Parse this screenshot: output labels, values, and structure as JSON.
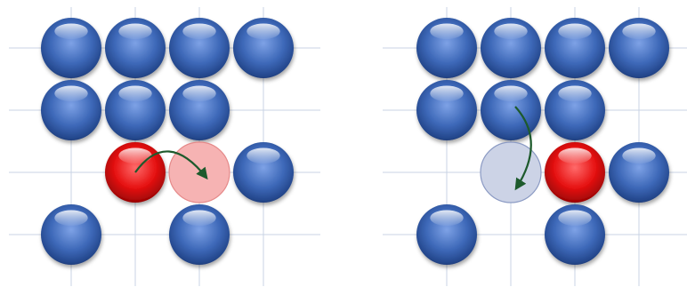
{
  "colors": {
    "grid": "#c9d3e4",
    "blue_ball": "#3d68b8",
    "red_ball": "#e01010",
    "ghost_red": "#f6b3b3",
    "ghost_blue": "#ccd3e6",
    "arrow": "#1d5a2c"
  },
  "panels": [
    {
      "name": "left-panel",
      "balls": [
        {
          "kind": "blue",
          "col": 0,
          "row": 0
        },
        {
          "kind": "blue",
          "col": 1,
          "row": 0
        },
        {
          "kind": "blue",
          "col": 2,
          "row": 0
        },
        {
          "kind": "blue",
          "col": 3,
          "row": 0
        },
        {
          "kind": "blue",
          "col": 0,
          "row": 1
        },
        {
          "kind": "blue",
          "col": 1,
          "row": 1
        },
        {
          "kind": "blue",
          "col": 2,
          "row": 1
        },
        {
          "kind": "red",
          "col": 1,
          "row": 2
        },
        {
          "kind": "ghost-red",
          "col": 2,
          "row": 2
        },
        {
          "kind": "blue",
          "col": 3,
          "row": 2
        },
        {
          "kind": "blue",
          "col": 0,
          "row": 3
        },
        {
          "kind": "blue",
          "col": 2,
          "row": 3
        }
      ],
      "move": {
        "from": [
          1,
          2
        ],
        "to": [
          2,
          2
        ],
        "direction": "right"
      }
    },
    {
      "name": "right-panel",
      "balls": [
        {
          "kind": "blue",
          "col": 0,
          "row": 0
        },
        {
          "kind": "blue",
          "col": 1,
          "row": 0
        },
        {
          "kind": "blue",
          "col": 2,
          "row": 0
        },
        {
          "kind": "blue",
          "col": 3,
          "row": 0
        },
        {
          "kind": "blue",
          "col": 0,
          "row": 1
        },
        {
          "kind": "blue",
          "col": 1,
          "row": 1
        },
        {
          "kind": "blue",
          "col": 2,
          "row": 1
        },
        {
          "kind": "ghost-blue",
          "col": 1,
          "row": 2
        },
        {
          "kind": "red",
          "col": 2,
          "row": 2
        },
        {
          "kind": "blue",
          "col": 3,
          "row": 2
        },
        {
          "kind": "blue",
          "col": 0,
          "row": 3
        },
        {
          "kind": "blue",
          "col": 2,
          "row": 3
        }
      ],
      "move": {
        "from": [
          1,
          1
        ],
        "to": [
          1,
          2
        ],
        "direction": "down"
      }
    }
  ]
}
